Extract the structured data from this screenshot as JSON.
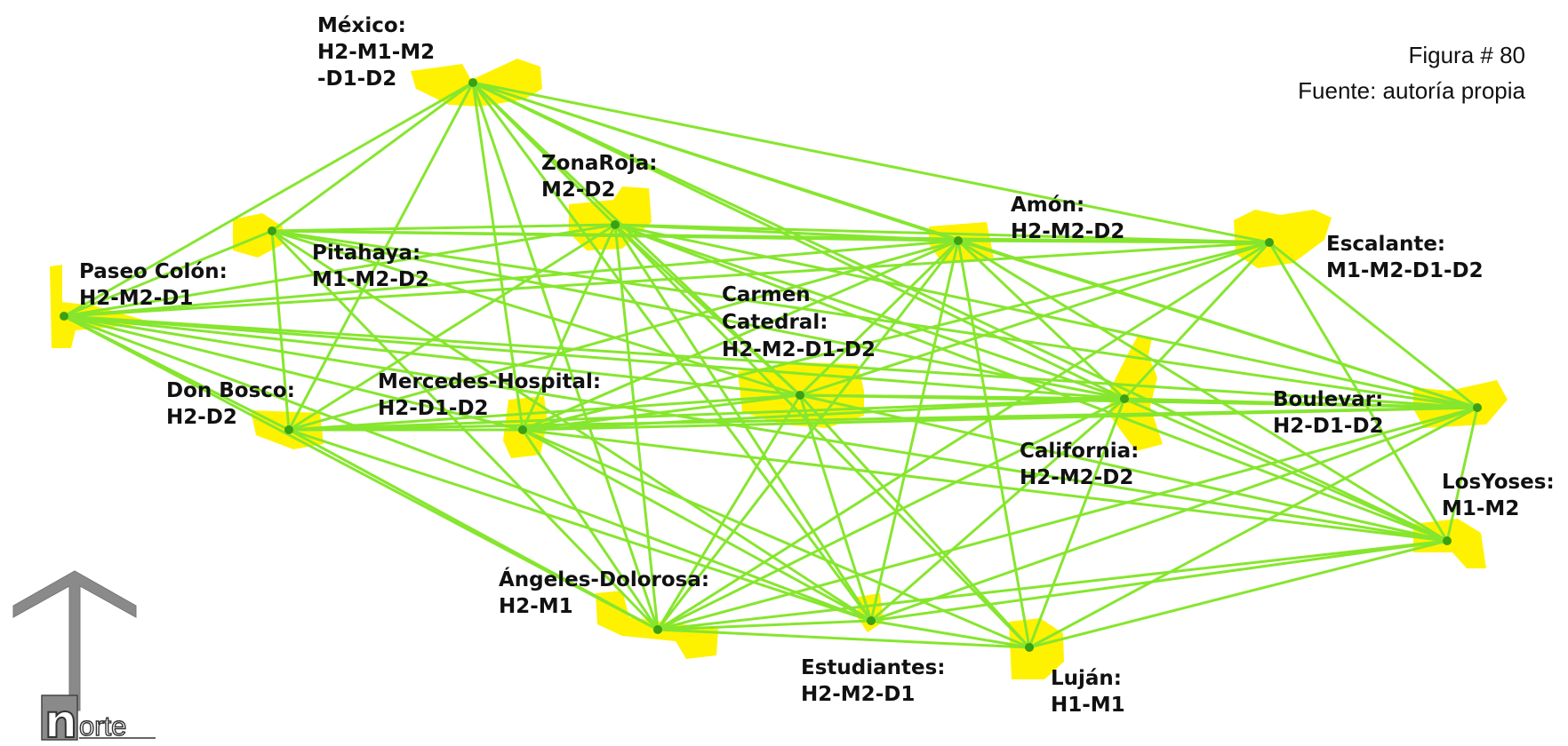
{
  "caption": {
    "figure": "Figura # 80",
    "source": "Fuente: autoría propia"
  },
  "north_arrow": {
    "icon": "north-arrow-icon",
    "letter": "n",
    "rest": "orte"
  },
  "colors": {
    "edge": "#86e62e",
    "node": "#3aa014",
    "zone": "#fff200",
    "arrow_gray": "#8a8a8a"
  },
  "nodes": [
    {
      "id": "mexico",
      "lines": [
        "México:",
        "H2-M1-M2",
        "-D1-D2"
      ]
    },
    {
      "id": "zonaroja",
      "lines": [
        "ZonaRoja:",
        "M2-D2"
      ]
    },
    {
      "id": "amon",
      "lines": [
        "Amón:",
        "H2-M2-D2"
      ]
    },
    {
      "id": "escalante",
      "lines": [
        "Escalante:",
        "M1-M2-D1-D2"
      ]
    },
    {
      "id": "paseo-colon",
      "lines": [
        "Paseo Colón:",
        "H2-M2-D1"
      ]
    },
    {
      "id": "pitahaya",
      "lines": [
        "Pitahaya:",
        "M1-M2-D2"
      ]
    },
    {
      "id": "carmen-catedral",
      "lines": [
        "Carmen",
        "Catedral:",
        "H2-M2-D1-D2"
      ]
    },
    {
      "id": "don-bosco",
      "lines": [
        "Don Bosco:",
        "H2-D2"
      ]
    },
    {
      "id": "mercedes-hospital",
      "lines": [
        "Mercedes-Hospital:",
        "H2-D1-D2"
      ]
    },
    {
      "id": "california",
      "lines": [
        "California:",
        "H2-M2-D2"
      ]
    },
    {
      "id": "boulevar",
      "lines": [
        "Boulevar:",
        "H2-D1-D2"
      ]
    },
    {
      "id": "losyoses",
      "lines": [
        "LosYoses:",
        "M1-M2"
      ]
    },
    {
      "id": "angeles-dolorosa",
      "lines": [
        "Ángeles-Dolorosa:",
        "H2-M1"
      ]
    },
    {
      "id": "estudiantes",
      "lines": [
        "Estudiantes:",
        "H2-M2-D1"
      ]
    },
    {
      "id": "lujan",
      "lines": [
        "Luján:",
        "H1-M1"
      ]
    }
  ]
}
